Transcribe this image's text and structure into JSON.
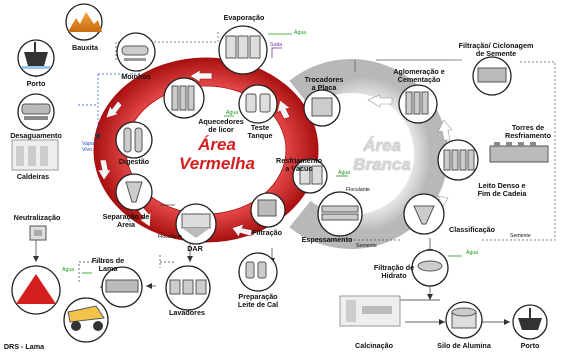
{
  "areas": {
    "red": {
      "line1": "Área",
      "line2": "Vermelha"
    },
    "white": {
      "line1": "Área",
      "line2": "Branca"
    }
  },
  "nodes": {
    "bauxita": "Bauxita",
    "porto_top": "Porto",
    "desaguamento": "Desaguamento",
    "caldeiras": "Caldeiras",
    "neutralizacao": "Neutralização",
    "drs_lama": "DRS - Lama",
    "moinhos": "Moinhos",
    "evaporacao": "Evaporação",
    "aquecedores": [
      "Aquecedores",
      "de licor"
    ],
    "digestao": "Digestão",
    "separacao": [
      "Separação de",
      "Areia"
    ],
    "dar": "DAR",
    "filtros_lama": [
      "Filtros de",
      "Lama"
    ],
    "lavadores": "Lavadores",
    "filtracao": "Filtração",
    "preparacao": [
      "Preparação",
      "Leite de Cal"
    ],
    "teste_tanque": [
      "Teste",
      "Tanque"
    ],
    "trocadores": [
      "Trocadores",
      "a Placa"
    ],
    "resfriamento": [
      "Resfriamento",
      "a Vácuo"
    ],
    "espessamento": "Espessamento",
    "aglomeracao": [
      "Aglomeração e",
      "Cementação"
    ],
    "filtracao_ciclonagem": [
      "Filtração/ Ciclonagem",
      "de Semente"
    ],
    "torres": [
      "Torres de",
      "Resfriamento"
    ],
    "leito_denso": [
      "Leito Denso e",
      "Fim de Cadeia"
    ],
    "classificacao": "Classificação",
    "filtracao_hidrato": [
      "Filtração de",
      "Hidrato"
    ],
    "calcinacao": "Calcinação",
    "silo_alumina": "Silo de Alumina",
    "porto_bottom": "Porto"
  },
  "flow_labels": {
    "agua_evap": "Água",
    "soda": "Soda",
    "vapor_vivo": [
      "Vapor",
      "Vivo"
    ],
    "agua_aquec": "Água",
    "agua_resfr": "Água",
    "floculante_right": "Floculante",
    "floculante_left": "Floculante",
    "agua_filtros": "Água",
    "agua_hidrato": "Água",
    "semente_mid": "Semente",
    "semente_right": "Semente"
  },
  "colors": {
    "red_ring": "#d41f1f",
    "white_ring": "#cfcfcf",
    "green_text": "#1a9a1a",
    "blue_line": "#1f4fd0",
    "purple_text": "#7030a0"
  }
}
